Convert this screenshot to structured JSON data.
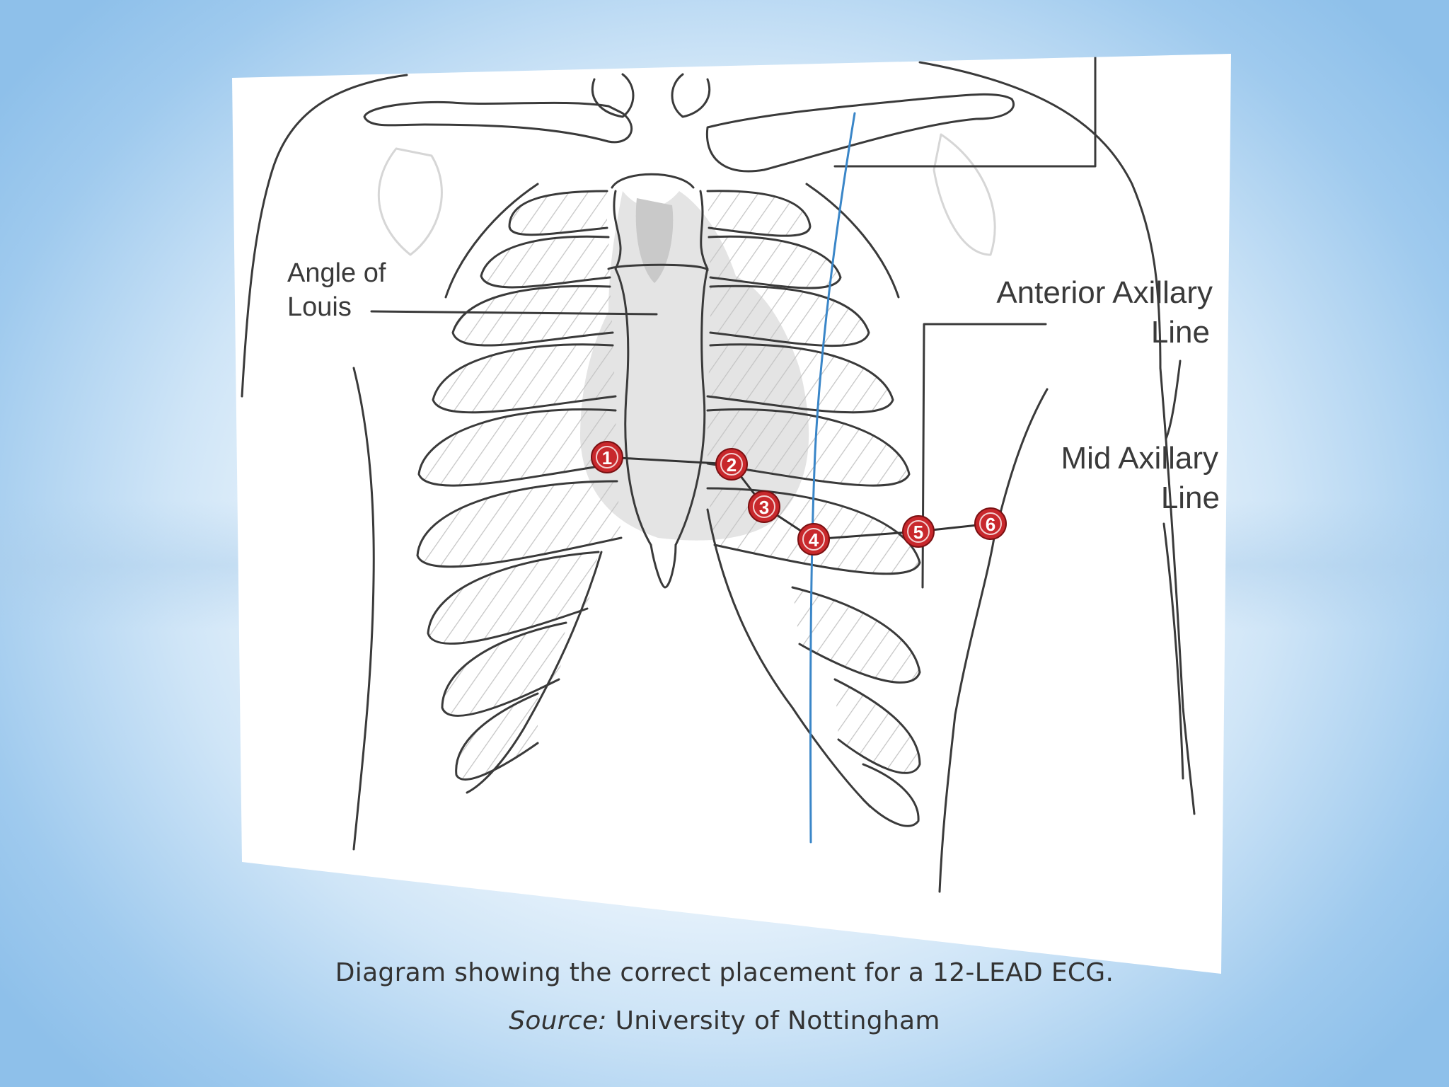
{
  "labels": {
    "angle_of_louis_line1": "Angle of",
    "angle_of_louis_line2": "Louis",
    "anterior_axillary_line1": "Anterior Axillary",
    "anterior_axillary_line2": "Line",
    "mid_axillary_line1": "Mid Axillary",
    "mid_axillary_line2": "Line"
  },
  "electrodes": [
    {
      "label": "1"
    },
    {
      "label": "2"
    },
    {
      "label": "3"
    },
    {
      "label": "4"
    },
    {
      "label": "5"
    },
    {
      "label": "6"
    }
  ],
  "caption": {
    "line1": "Diagram showing the correct placement for a 12-LEAD ECG.",
    "source_label": "Source:",
    "source_text": " University of Nottingham"
  },
  "colors": {
    "electrode": "#c8282c",
    "axillary_line": "#3a86c8",
    "outline": "#3a3a3a",
    "heart": "#c9c9c9"
  }
}
